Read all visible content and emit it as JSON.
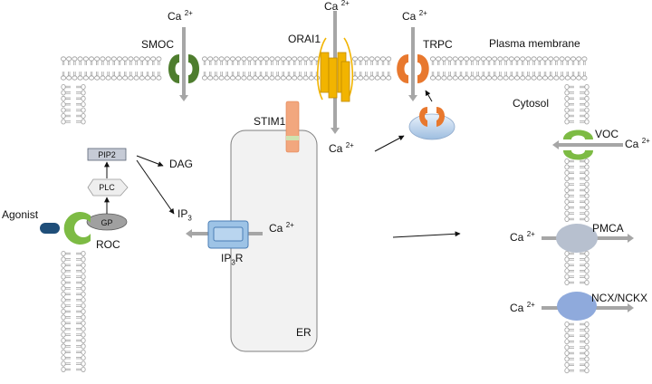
{
  "labels": {
    "ca_symbol": "Ca",
    "ca_charge": "2+",
    "smoc": "SMOC",
    "orai1": "ORAI1",
    "trpc": "TRPC",
    "plasma_membrane": "Plasma membrane",
    "cytosol": "Cytosol",
    "stim1": "STIM1",
    "voc": "VOC",
    "pmca": "PMCA",
    "ncx": "NCX/NCKX",
    "pip2": "PIP2",
    "plc": "PLC",
    "gp": "GP",
    "dag": "DAG",
    "ip3_main": "IP",
    "ip3_sub": "3",
    "ip3r_main": "IP",
    "ip3r_sub": "3",
    "ip3r_suffix": "R",
    "agonist": "Agonist",
    "roc": "ROC",
    "er": "ER"
  },
  "colors": {
    "smoc": "#4e7d2e",
    "orai1": "#f2b400",
    "trpc": "#e8782e",
    "stim1": "#f2a77e",
    "voc": "#7dbb44",
    "roc": "#7dbb44",
    "pmca": "#b7c0cf",
    "ncx": "#8faadc",
    "ip3r": "#9dc3e6",
    "er_fill": "#f2f2f2",
    "agonist": "#1f4e79",
    "arrow_gray": "#a6a6a6",
    "lipid": "#9a9a9a"
  }
}
